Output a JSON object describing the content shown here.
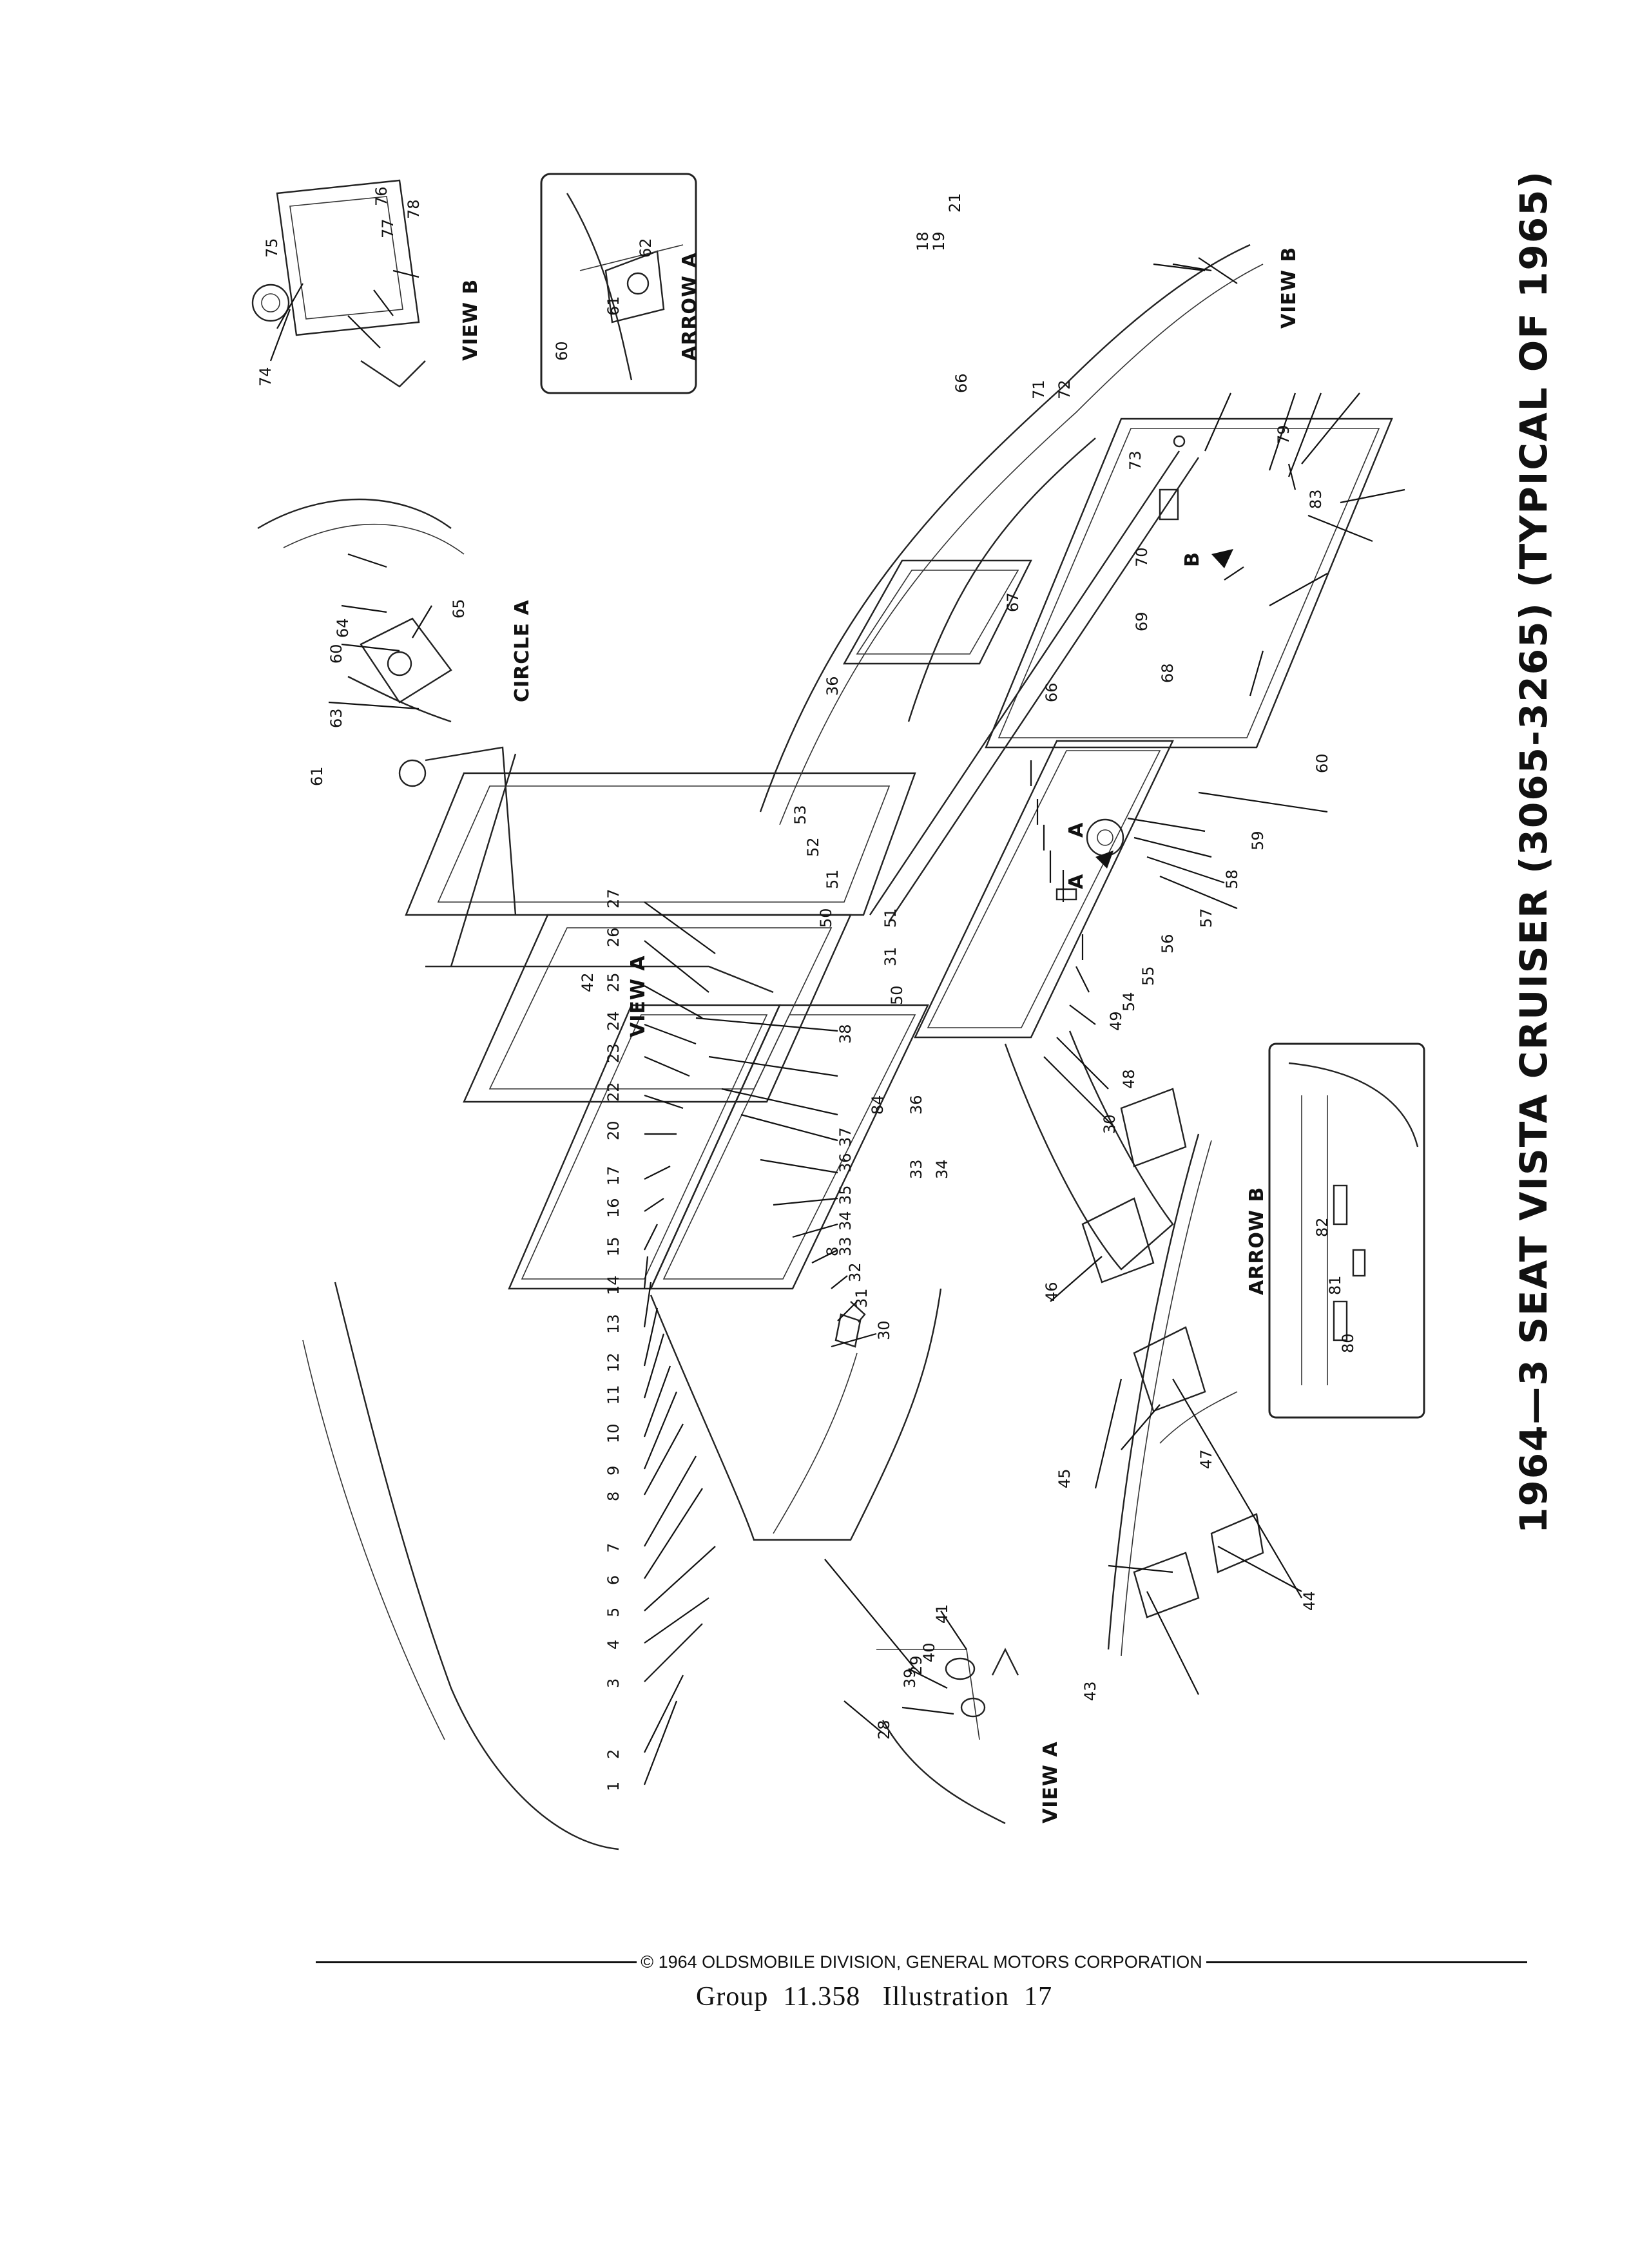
{
  "title": "1964—3 SEAT VISTA CRUISER (3065-3265) (TYPICAL OF 1965)",
  "view_captions": {
    "view_a_main": "VIEW A",
    "view_a_inset": "VIEW A",
    "view_b_inset": "VIEW B",
    "view_b_main": "VIEW B",
    "circle_a": "CIRCLE A",
    "arrow_a": "ARROW A",
    "arrow_b": "ARROW B",
    "letter_a_1": "A",
    "letter_a_2": "A",
    "letter_b": "B"
  },
  "callouts": [
    "1",
    "2",
    "3",
    "4",
    "5",
    "6",
    "7",
    "8",
    "8",
    "9",
    "10",
    "11",
    "12",
    "13",
    "14",
    "15",
    "16",
    "17",
    "18",
    "19",
    "20",
    "21",
    "22",
    "23",
    "24",
    "25",
    "26",
    "27",
    "28",
    "29",
    "30",
    "30",
    "31",
    "31",
    "32",
    "33",
    "33",
    "34",
    "34",
    "35",
    "36",
    "36",
    "36",
    "37",
    "38",
    "39",
    "40",
    "41",
    "42",
    "43",
    "44",
    "45",
    "46",
    "47",
    "48",
    "49",
    "50",
    "50",
    "51",
    "51",
    "52",
    "53",
    "54",
    "55",
    "56",
    "57",
    "58",
    "59",
    "60",
    "60",
    "60",
    "61",
    "61",
    "62",
    "63",
    "64",
    "65",
    "66",
    "66",
    "67",
    "68",
    "69",
    "70",
    "71",
    "72",
    "73",
    "74",
    "75",
    "76",
    "77",
    "78",
    "79",
    "80",
    "81",
    "82",
    "83",
    "84"
  ],
  "footer": {
    "copyright": "© 1964 OLDSMOBILE DIVISION, GENERAL MOTORS CORPORATION",
    "group_line": "Group  11.358   Illustration  17"
  }
}
